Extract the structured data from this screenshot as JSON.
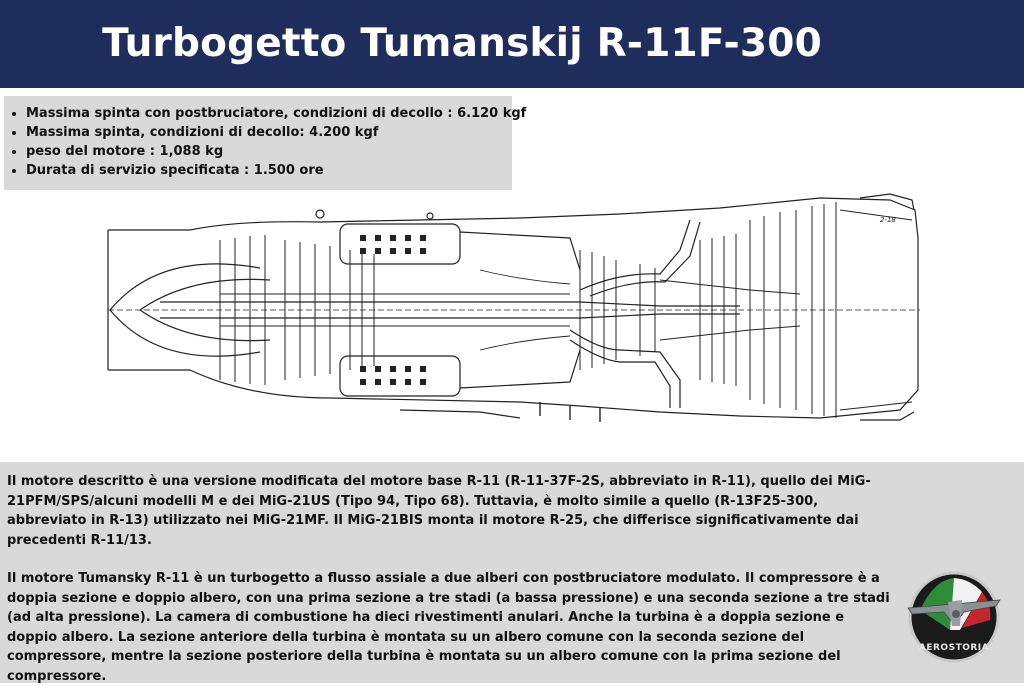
{
  "header": {
    "title": "Turbogetto Tumanskij R-11F-300",
    "background_color": "#1f2d5c"
  },
  "specs": {
    "items": [
      "Massima spinta con postbruciatore, condizioni di decollo : 6.120 kgf",
      "Massima spinta, condizioni di decollo: 4.200 kgf",
      "peso del motore : 1,088 kg",
      "Durata di servizio specificata : 1.500 ore"
    ]
  },
  "drawing": {
    "label": "2-18",
    "icon": "engine-cross-section-drawing"
  },
  "description": {
    "paragraphs": [
      "Il motore descritto è una versione modificata del motore base R-11 (R-11-37F-2S, abbreviato in R-11), quello dei MiG-21PFM/SPS/alcuni modelli M e dei MiG-21US (Tipo 94, Tipo 68). Tuttavia, è molto simile a quello (R-13F25-300, abbreviato in R-13) utilizzato nei MiG-21MF. Il MiG-21BIS monta il motore R-25, che differisce significativamente dai precedenti R-11/13.",
      "Il motore Tumansky R-11 è un turbogetto a flusso assiale a due alberi con postbruciatore modulato. Il compressore è a doppia sezione e doppio albero, con una prima sezione a tre stadi (a bassa pressione) e una seconda sezione a tre stadi (ad alta pressione). La camera di combustione ha dieci rivestimenti anulari. Anche la turbina è a doppia sezione e doppio albero. La sezione anteriore della turbina è montata su un albero comune con la seconda sezione del compressore, mentre la sezione posteriore della turbina è montata su un albero comune con la prima sezione del compressore."
    ]
  },
  "logo": {
    "text": "AEROSTORIA",
    "icon": "aerostoria-logo"
  }
}
